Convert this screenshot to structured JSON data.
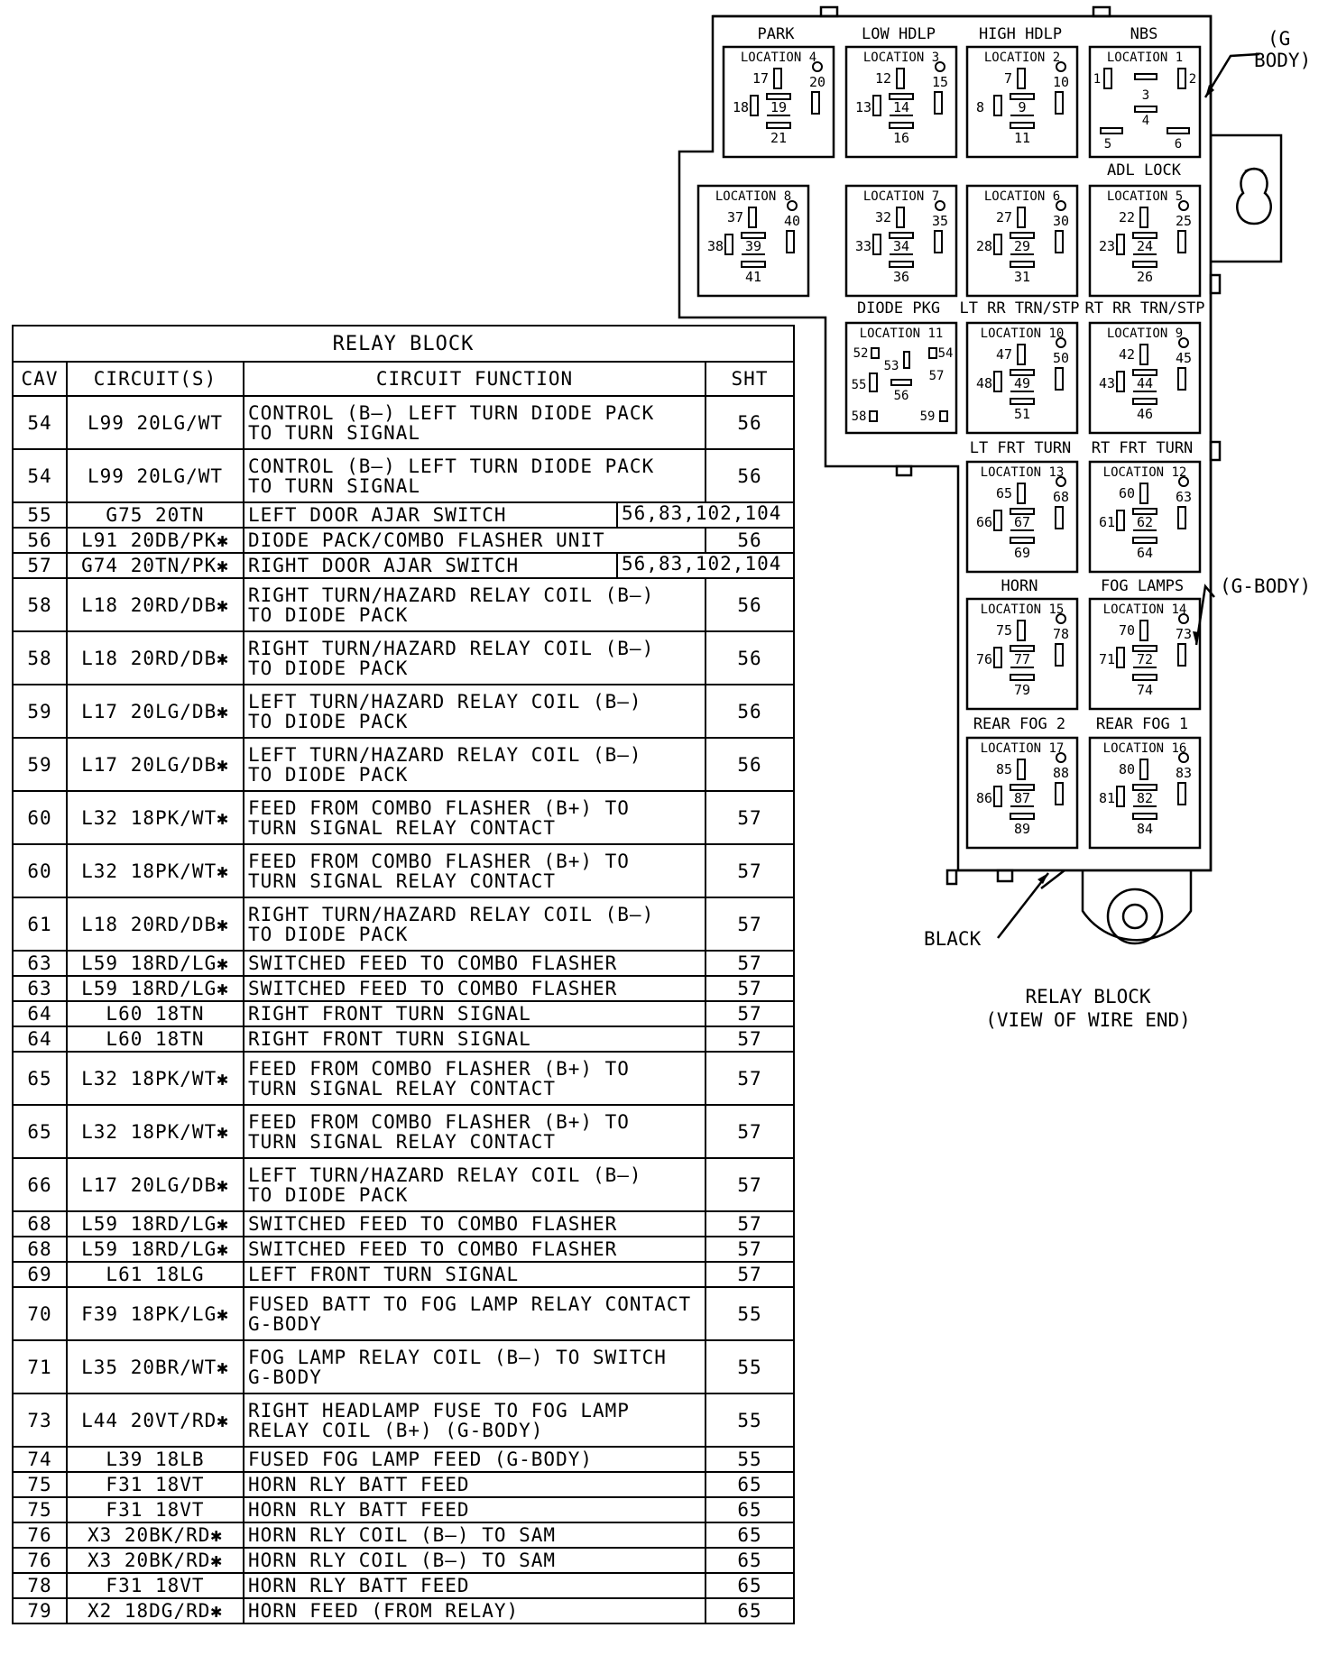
{
  "diagram": {
    "top_labels": {
      "park": "PARK",
      "low_hdlp": "LOW HDLP",
      "high_hdlp": "HIGH HDLP",
      "nbs": "NBS",
      "adl_lock": "ADL LOCK",
      "diode_pkg": "DIODE PKG",
      "lt_rr": "LT RR TRN/STP",
      "rt_rr": "RT RR TRN/STP",
      "lt_frt": "LT FRT TURN",
      "rt_frt": "RT FRT TURN",
      "horn": "HORN",
      "fog_lamps": "FOG LAMPS",
      "rear_fog_2": "REAR FOG 2",
      "rear_fog_1": "REAR FOG 1"
    },
    "g_body_top": [
      "(G",
      "BODY)"
    ],
    "g_body_mid": "(G-BODY)",
    "black": "BLACK",
    "caption": [
      "RELAY BLOCK",
      "(VIEW OF WIRE END)"
    ],
    "locations": [
      {
        "name": "LOCATION 4",
        "pins": [
          "17",
          "18",
          "19",
          "20",
          "21"
        ]
      },
      {
        "name": "LOCATION 3",
        "pins": [
          "12",
          "13",
          "14",
          "15",
          "16"
        ]
      },
      {
        "name": "LOCATION 2",
        "pins": [
          "7",
          "8",
          "9",
          "10",
          "11"
        ]
      },
      {
        "name": "LOCATION 1",
        "pins": [
          "1",
          "2",
          "3",
          "4",
          "5",
          "6"
        ]
      },
      {
        "name": "LOCATION 8",
        "pins": [
          "37",
          "38",
          "39",
          "40",
          "41"
        ]
      },
      {
        "name": "LOCATION 7",
        "pins": [
          "32",
          "33",
          "34",
          "35",
          "36"
        ]
      },
      {
        "name": "LOCATION 6",
        "pins": [
          "27",
          "28",
          "29",
          "30",
          "31"
        ]
      },
      {
        "name": "LOCATION 5",
        "pins": [
          "22",
          "23",
          "24",
          "25",
          "26"
        ]
      },
      {
        "name": "LOCATION 11",
        "pins": [
          "52",
          "53",
          "54",
          "55",
          "56",
          "57",
          "58",
          "59"
        ]
      },
      {
        "name": "LOCATION 10",
        "pins": [
          "47",
          "48",
          "49",
          "50",
          "51"
        ]
      },
      {
        "name": "LOCATION 9",
        "pins": [
          "42",
          "43",
          "44",
          "45",
          "46"
        ]
      },
      {
        "name": "LOCATION 13",
        "pins": [
          "65",
          "66",
          "67",
          "68",
          "69"
        ]
      },
      {
        "name": "LOCATION 12",
        "pins": [
          "60",
          "61",
          "62",
          "63",
          "64"
        ]
      },
      {
        "name": "LOCATION 15",
        "pins": [
          "75",
          "76",
          "77",
          "78",
          "79"
        ]
      },
      {
        "name": "LOCATION 14",
        "pins": [
          "70",
          "71",
          "72",
          "73",
          "74"
        ]
      },
      {
        "name": "LOCATION 17",
        "pins": [
          "85",
          "86",
          "87",
          "88",
          "89"
        ]
      },
      {
        "name": "LOCATION 16",
        "pins": [
          "80",
          "81",
          "82",
          "83",
          "84"
        ]
      }
    ]
  },
  "table": {
    "title": "RELAY BLOCK",
    "headers": {
      "cav": "CAV",
      "circuit": "CIRCUIT(S)",
      "function": "CIRCUIT FUNCTION",
      "sht": "SHT"
    },
    "rows": [
      {
        "cav": "54",
        "circuit": "L99 20LG/WT",
        "function": "CONTROL (B—) LEFT TURN DIODE PACK\nTO TURN SIGNAL",
        "sht": "56"
      },
      {
        "cav": "54",
        "circuit": "L99 20LG/WT",
        "function": "CONTROL (B—) LEFT TURN DIODE PACK\nTO TURN SIGNAL",
        "sht": "56"
      },
      {
        "cav": "55",
        "circuit": "G75 20TN",
        "function": "LEFT DOOR AJAR SWITCH",
        "sht": "56,83,102,104"
      },
      {
        "cav": "56",
        "circuit": "L91 20DB/PK✱",
        "function": "DIODE PACK/COMBO FLASHER UNIT",
        "sht": "56"
      },
      {
        "cav": "57",
        "circuit": "G74 20TN/PK✱",
        "function": "RIGHT DOOR AJAR SWITCH",
        "sht": "56,83,102,104"
      },
      {
        "cav": "58",
        "circuit": "L18 20RD/DB✱",
        "function": "RIGHT TURN/HAZARD RELAY COIL (B—)\nTO DIODE PACK",
        "sht": "56"
      },
      {
        "cav": "58",
        "circuit": "L18 20RD/DB✱",
        "function": "RIGHT TURN/HAZARD RELAY COIL (B—)\nTO DIODE PACK",
        "sht": "56"
      },
      {
        "cav": "59",
        "circuit": "L17 20LG/DB✱",
        "function": "LEFT TURN/HAZARD RELAY COIL (B—)\nTO DIODE PACK",
        "sht": "56"
      },
      {
        "cav": "59",
        "circuit": "L17 20LG/DB✱",
        "function": "LEFT TURN/HAZARD RELAY COIL (B—)\nTO DIODE PACK",
        "sht": "56"
      },
      {
        "cav": "60",
        "circuit": "L32 18PK/WT✱",
        "function": "FEED FROM COMBO FLASHER (B+) TO\nTURN SIGNAL RELAY CONTACT",
        "sht": "57"
      },
      {
        "cav": "60",
        "circuit": "L32 18PK/WT✱",
        "function": "FEED FROM COMBO FLASHER (B+) TO\nTURN SIGNAL RELAY CONTACT",
        "sht": "57"
      },
      {
        "cav": "61",
        "circuit": "L18 20RD/DB✱",
        "function": "RIGHT TURN/HAZARD RELAY COIL (B—)\nTO DIODE PACK",
        "sht": "57"
      },
      {
        "cav": "63",
        "circuit": "L59 18RD/LG✱",
        "function": "SWITCHED FEED TO COMBO FLASHER",
        "sht": "57"
      },
      {
        "cav": "63",
        "circuit": "L59 18RD/LG✱",
        "function": "SWITCHED FEED TO COMBO FLASHER",
        "sht": "57"
      },
      {
        "cav": "64",
        "circuit": "L60 18TN",
        "function": "RIGHT FRONT TURN SIGNAL",
        "sht": "57"
      },
      {
        "cav": "64",
        "circuit": "L60 18TN",
        "function": "RIGHT FRONT TURN SIGNAL",
        "sht": "57"
      },
      {
        "cav": "65",
        "circuit": "L32 18PK/WT✱",
        "function": "FEED FROM COMBO FLASHER (B+) TO\nTURN SIGNAL RELAY CONTACT",
        "sht": "57"
      },
      {
        "cav": "65",
        "circuit": "L32 18PK/WT✱",
        "function": "FEED FROM COMBO FLASHER (B+) TO\nTURN SIGNAL RELAY CONTACT",
        "sht": "57"
      },
      {
        "cav": "66",
        "circuit": "L17 20LG/DB✱",
        "function": "LEFT TURN/HAZARD RELAY COIL (B—)\nTO DIODE PACK",
        "sht": "57"
      },
      {
        "cav": "68",
        "circuit": "L59 18RD/LG✱",
        "function": "SWITCHED FEED TO COMBO FLASHER",
        "sht": "57"
      },
      {
        "cav": "68",
        "circuit": "L59 18RD/LG✱",
        "function": "SWITCHED FEED TO COMBO FLASHER",
        "sht": "57"
      },
      {
        "cav": "69",
        "circuit": "L61 18LG",
        "function": "LEFT FRONT TURN SIGNAL",
        "sht": "57"
      },
      {
        "cav": "70",
        "circuit": "F39 18PK/LG✱",
        "function": "FUSED BATT TO FOG LAMP RELAY CONTACT\nG-BODY",
        "sht": "55"
      },
      {
        "cav": "71",
        "circuit": "L35 20BR/WT✱",
        "function": "FOG LAMP RELAY COIL (B—) TO SWITCH\nG-BODY",
        "sht": "55"
      },
      {
        "cav": "73",
        "circuit": "L44 20VT/RD✱",
        "function": "RIGHT HEADLAMP FUSE TO FOG LAMP\nRELAY COIL (B+) (G-BODY)",
        "sht": "55"
      },
      {
        "cav": "74",
        "circuit": "L39 18LB",
        "function": "FUSED FOG LAMP FEED (G-BODY)",
        "sht": "55"
      },
      {
        "cav": "75",
        "circuit": "F31 18VT",
        "function": "HORN RLY BATT FEED",
        "sht": "65"
      },
      {
        "cav": "75",
        "circuit": "F31 18VT",
        "function": "HORN RLY BATT FEED",
        "sht": "65"
      },
      {
        "cav": "76",
        "circuit": "X3 20BK/RD✱",
        "function": "HORN RLY COIL (B—) TO SAM",
        "sht": "65"
      },
      {
        "cav": "76",
        "circuit": "X3 20BK/RD✱",
        "function": "HORN RLY COIL (B—) TO SAM",
        "sht": "65"
      },
      {
        "cav": "78",
        "circuit": "F31 18VT",
        "function": "HORN RLY BATT FEED",
        "sht": "65"
      },
      {
        "cav": "79",
        "circuit": "X2 18DG/RD✱",
        "function": "HORN FEED (FROM RELAY)",
        "sht": "65"
      }
    ]
  }
}
